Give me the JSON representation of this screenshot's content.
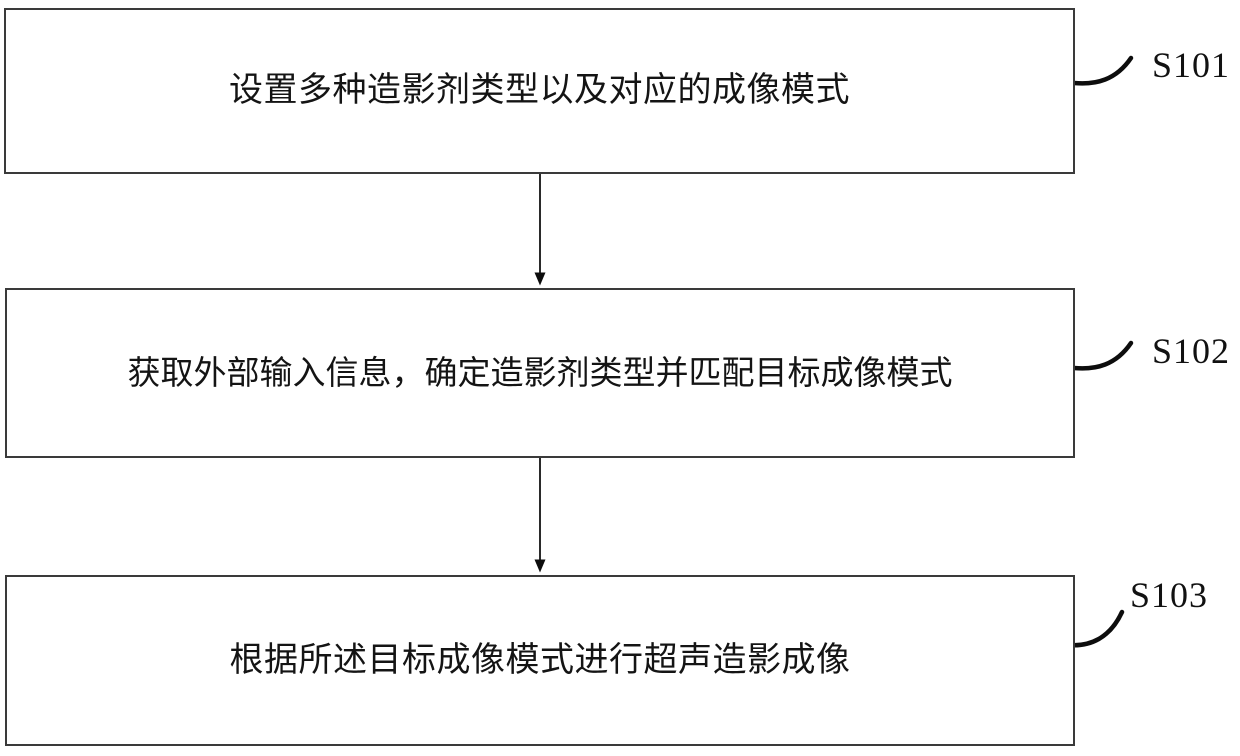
{
  "diagram": {
    "title": "Ultrasound contrast imaging method flowchart",
    "background_color": "#ffffff",
    "line_color": "#3a3a3a",
    "text_color": "#141414",
    "steps": [
      {
        "id": "S101",
        "label": "S101",
        "text": "设置多种造影剂类型以及对应的成像模式"
      },
      {
        "id": "S102",
        "label": "S102",
        "text": "获取外部输入信息，确定造影剂类型并匹配目标成像模式"
      },
      {
        "id": "S103",
        "label": "S103",
        "text": "根据所述目标成像模式进行超声造影成像"
      }
    ],
    "connectors": [
      {
        "from": "S101",
        "to": "S102",
        "type": "arrow-down"
      },
      {
        "from": "S102",
        "to": "S103",
        "type": "arrow-down"
      }
    ]
  }
}
